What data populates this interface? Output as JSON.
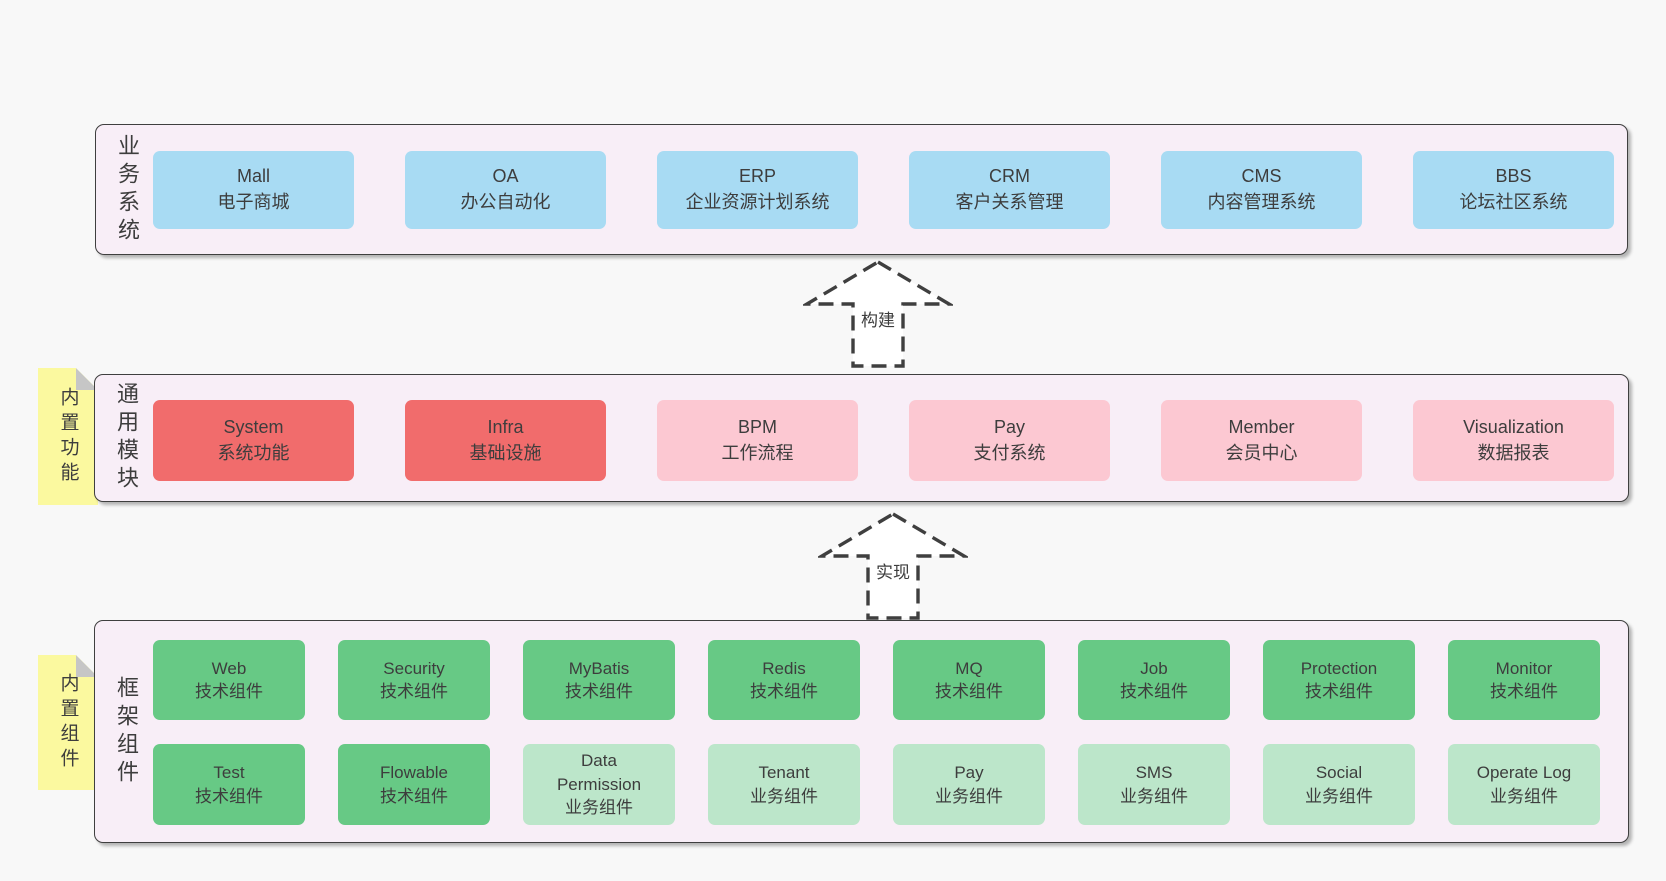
{
  "palette": {
    "page_bg": "#f8f8f8",
    "panel_bg": "#f8eef7",
    "panel_border": "#3f3f3f",
    "blue": "#a8dbf3",
    "red": "#f16c6c",
    "pink": "#fcc8d2",
    "green": "#67c985",
    "light_green": "#bce6ca",
    "note_yellow": "#fbf99f",
    "note_fold": "#c6c6c6",
    "text": "#3d3d3d"
  },
  "layers": {
    "business": {
      "label": "业务系统",
      "boxes": [
        {
          "name": "Mall",
          "desc": "电子商城"
        },
        {
          "name": "OA",
          "desc": "办公自动化"
        },
        {
          "name": "ERP",
          "desc": "企业资源计划系统"
        },
        {
          "name": "CRM",
          "desc": "客户关系管理"
        },
        {
          "name": "CMS",
          "desc": "内容管理系统"
        },
        {
          "name": "BBS",
          "desc": "论坛社区系统"
        }
      ]
    },
    "modules": {
      "note": "内置功能",
      "label": "通用模块",
      "boxes": [
        {
          "name": "System",
          "desc": "系统功能"
        },
        {
          "name": "Infra",
          "desc": "基础设施"
        },
        {
          "name": "BPM",
          "desc": "工作流程"
        },
        {
          "name": "Pay",
          "desc": "支付系统"
        },
        {
          "name": "Member",
          "desc": "会员中心"
        },
        {
          "name": "Visualization",
          "desc": "数据报表"
        }
      ]
    },
    "components": {
      "note": "内置组件",
      "label": "框架组件",
      "row1": [
        {
          "name": "Web",
          "desc": "技术组件"
        },
        {
          "name": "Security",
          "desc": "技术组件"
        },
        {
          "name": "MyBatis",
          "desc": "技术组件"
        },
        {
          "name": "Redis",
          "desc": "技术组件"
        },
        {
          "name": "MQ",
          "desc": "技术组件"
        },
        {
          "name": "Job",
          "desc": "技术组件"
        },
        {
          "name": "Protection",
          "desc": "技术组件"
        },
        {
          "name": "Monitor",
          "desc": "技术组件"
        }
      ],
      "row2": [
        {
          "name": "Test",
          "desc": "技术组件"
        },
        {
          "name": "Flowable",
          "desc": "技术组件"
        },
        {
          "name": "Data Permission",
          "desc": "业务组件"
        },
        {
          "name": "Tenant",
          "desc": "业务组件"
        },
        {
          "name": "Pay",
          "desc": "业务组件"
        },
        {
          "name": "SMS",
          "desc": "业务组件"
        },
        {
          "name": "Social",
          "desc": "业务组件"
        },
        {
          "name": "Operate Log",
          "desc": "业务组件"
        }
      ]
    }
  },
  "arrows": {
    "build": "构建",
    "implement": "实现"
  }
}
